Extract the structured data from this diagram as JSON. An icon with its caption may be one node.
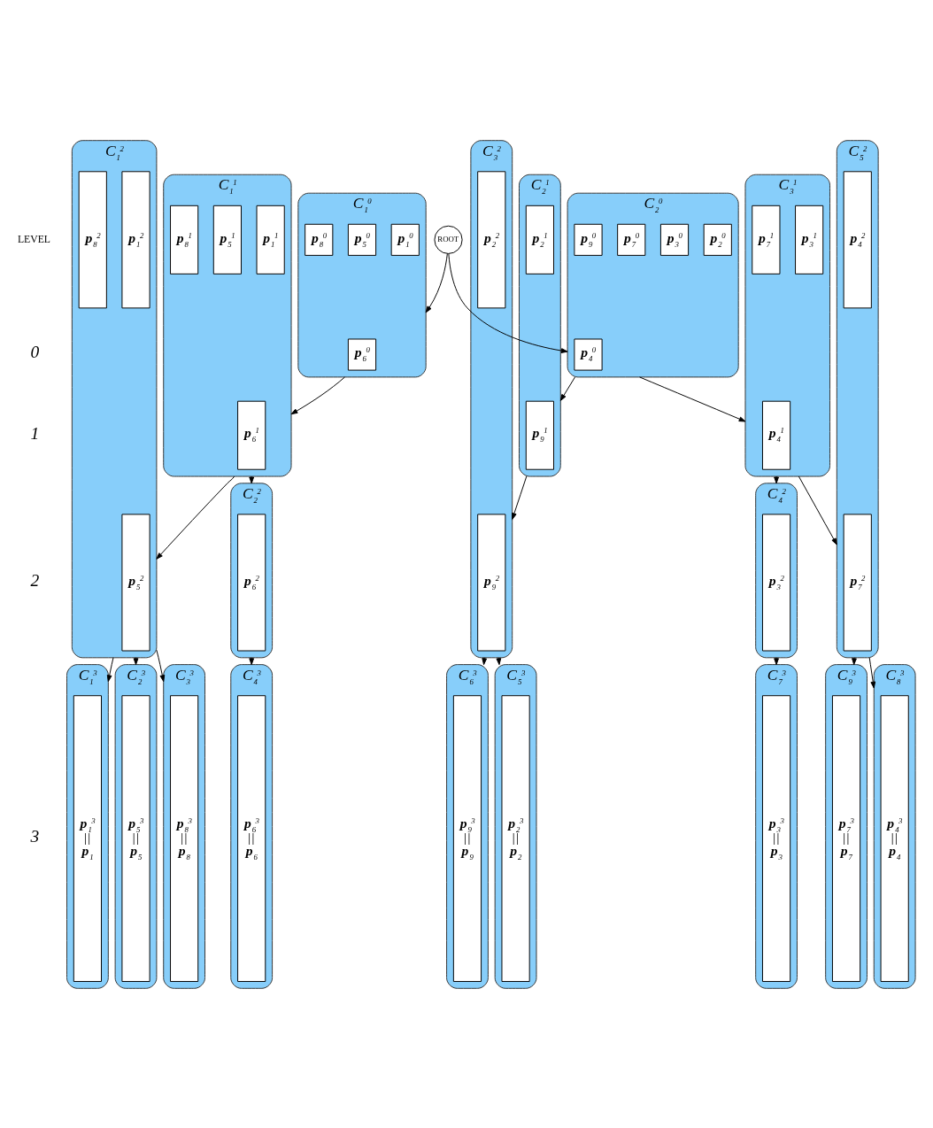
{
  "diagram": {
    "nodes": [
      {
        "text": [
          "ROOT"
        ]
      },
      {
        "text": [
          "C$_{1}$$^{0}$"
        ]
      },
      {
        "text": [
          "**p**$_{1}$$^{0}$"
        ],
        "in": 1
      },
      {
        "text": [
          "**p**$_{5}$$^{0}$"
        ],
        "in": 1
      },
      {
        "text": [
          "**p**$_{6}$$^{0}$"
        ],
        "in": 1
      },
      {
        "text": [
          "**p**$_{8}$$^{0}$"
        ],
        "in": 1
      },
      {
        "text": [
          "C$_{2}$$^{0}$"
        ]
      },
      {
        "text": [
          "**p**$_{2}$$^{0}$"
        ],
        "in": 6
      },
      {
        "text": [
          "**p**$_{3}$$^{0}$"
        ],
        "in": 6
      },
      {
        "text": [
          "**p**$_{4}$$^{0}$"
        ],
        "in": 6
      },
      {
        "text": [
          "**p**$_{7}$$^{0}$"
        ],
        "in": 6
      },
      {
        "text": [
          "**p**$_{9}$$^{0}$"
        ],
        "in": 6
      },
      {
        "text": [
          "C$_{1}$$^{1}$"
        ]
      },
      {
        "text": [
          "**p**$_{1}$$^{1}$"
        ],
        "in": 12
      },
      {
        "text": [
          "**p**$_{5}$$^{1}$"
        ],
        "in": 12
      },
      {
        "text": [
          "**p**$_{6}$$^{1}$"
        ],
        "in": 12
      },
      {
        "text": [
          "**p**$_{8}$$^{1}$"
        ],
        "in": 12
      },
      {
        "text": [
          "C$_{2}$$^{1}$"
        ]
      },
      {
        "text": [
          "**p**$_{2}$$^{1}$"
        ],
        "in": 17
      },
      {
        "text": [
          "**p**$_{9}$$^{1}$"
        ],
        "in": 17
      },
      {
        "text": [
          "C$_{3}$$^{1}$"
        ]
      },
      {
        "text": [
          "**p**$_{3}$$^{1}$"
        ],
        "in": 20
      },
      {
        "text": [
          "**p**$_{4}$$^{1}$"
        ],
        "in": 20
      },
      {
        "text": [
          "**p**$_{7}$$^{1}$"
        ],
        "in": 20
      },
      {
        "text": [
          "C$_{1}$$^{2}$"
        ]
      },
      {
        "text": [
          "**p**$_{1}$$^{2}$"
        ],
        "in": 24
      },
      {
        "text": [
          "**p**$_{5}$$^{2}$"
        ],
        "in": 24
      },
      {
        "text": [
          "**p**$_{8}$$^{2}$"
        ],
        "in": 24
      },
      {
        "text": [
          "C$_{2}$$^{2}$"
        ]
      },
      {
        "text": [
          "**p**$_{6}$$^{2}$"
        ],
        "in": 28
      },
      {
        "text": [
          "C$_{3}$$^{2}$"
        ]
      },
      {
        "text": [
          "**p**$_{2}$$^{2}$"
        ],
        "in": 30
      },
      {
        "text": [
          "**p**$_{9}$$^{2}$"
        ],
        "in": 30
      },
      {
        "text": [
          "C$_{4}$$^{2}$"
        ]
      },
      {
        "text": [
          "**p**$_{3}$$^{2}$"
        ],
        "in": 33
      },
      {
        "text": [
          "C$_{5}$$^{2}$"
        ]
      },
      {
        "text": [
          "**p**$_{4}$$^{2}$"
        ],
        "in": 35
      },
      {
        "text": [
          "**p**$_{7}$$^{2}$"
        ],
        "in": 35
      },
      {
        "text": [
          "C$_{1}$$^{3}$"
        ]
      },
      {
        "text": [
          "**p**$_{1}$$^{3}$",
          "||",
          "**p**$_{1}$"
        ],
        "in": 38
      },
      {
        "text": [
          "C$_{2}$$^{3}$"
        ]
      },
      {
        "text": [
          "**p**$_{5}$$^{3}$",
          "||",
          "**p**$_{5}$"
        ],
        "in": 40
      },
      {
        "text": [
          "C$_{3}$$^{3}$"
        ]
      },
      {
        "text": [
          "**p**$_{8}$$^{3}$",
          "||",
          "**p**$_{8}$"
        ],
        "in": 42
      },
      {
        "text": [
          "C$_{4}$$^{3}$"
        ]
      },
      {
        "text": [
          "**p**$_{6}$$^{3}$",
          "||",
          "**p**$_{6}$"
        ],
        "in": 44
      },
      {
        "text": [
          "C$_{5}$$^{3}$"
        ]
      },
      {
        "text": [
          "**p**$_{2}$$^{3}$",
          "||",
          "**p**$_{2}$"
        ],
        "in": 46
      },
      {
        "text": [
          "C$_{6}$$^{3}$"
        ]
      },
      {
        "text": [
          "**p**$_{9}$$^{3}$",
          "||",
          "**p**$_{9}$"
        ],
        "in": 48
      },
      {
        "text": [
          "C$_{7}$$^{3}$"
        ]
      },
      {
        "text": [
          "**p**$_{3}$$^{3}$",
          "||",
          "**p**$_{3}$"
        ],
        "in": 50
      },
      {
        "text": [
          "C$_{8}$$^{3}$"
        ]
      },
      {
        "text": [
          "**p**$_{4}$$^{3}$",
          "||",
          "**p**$_{4}$"
        ],
        "in": 52
      },
      {
        "text": [
          "C$_{9}$$^{3}$"
        ]
      },
      {
        "text": [
          "**p**$_{7}$$^{3}$",
          "||",
          "**p**$_{7}$"
        ],
        "in": 54
      }
    ],
    "edges": [
      {
        "from": 0,
        "to": 1,
        "arrow": "to"
      },
      {
        "from": 0,
        "to": 6,
        "arrow": "to"
      },
      {
        "from": 1,
        "to": 12,
        "arrow": "to"
      },
      {
        "from": 6,
        "to": 17,
        "arrow": "to"
      },
      {
        "from": 6,
        "to": 20,
        "arrow": "to"
      },
      {
        "from": 12,
        "to": 24,
        "arrow": "to"
      },
      {
        "from": 12,
        "to": 28,
        "arrow": "to"
      },
      {
        "from": 17,
        "to": 30,
        "arrow": "to"
      },
      {
        "from": 20,
        "to": 33,
        "arrow": "to"
      },
      {
        "from": 20,
        "to": 35,
        "arrow": "to"
      },
      {
        "from": 24,
        "to": 38,
        "arrow": "to"
      },
      {
        "from": 24,
        "to": 40,
        "arrow": "to"
      },
      {
        "from": 24,
        "to": 42,
        "arrow": "to"
      },
      {
        "from": 28,
        "to": 44,
        "arrow": "to"
      },
      {
        "from": 30,
        "to": 46,
        "arrow": "to"
      },
      {
        "from": 30,
        "to": 48,
        "arrow": "to"
      },
      {
        "from": 33,
        "to": 50,
        "arrow": "to"
      },
      {
        "from": 35,
        "to": 52,
        "arrow": "to"
      },
      {
        "from": 35,
        "to": 54,
        "arrow": "to"
      }
    ],
    "labels": [
      "LEVEL",
      "0",
      "1",
      "2",
      "3"
    ]
  }
}
